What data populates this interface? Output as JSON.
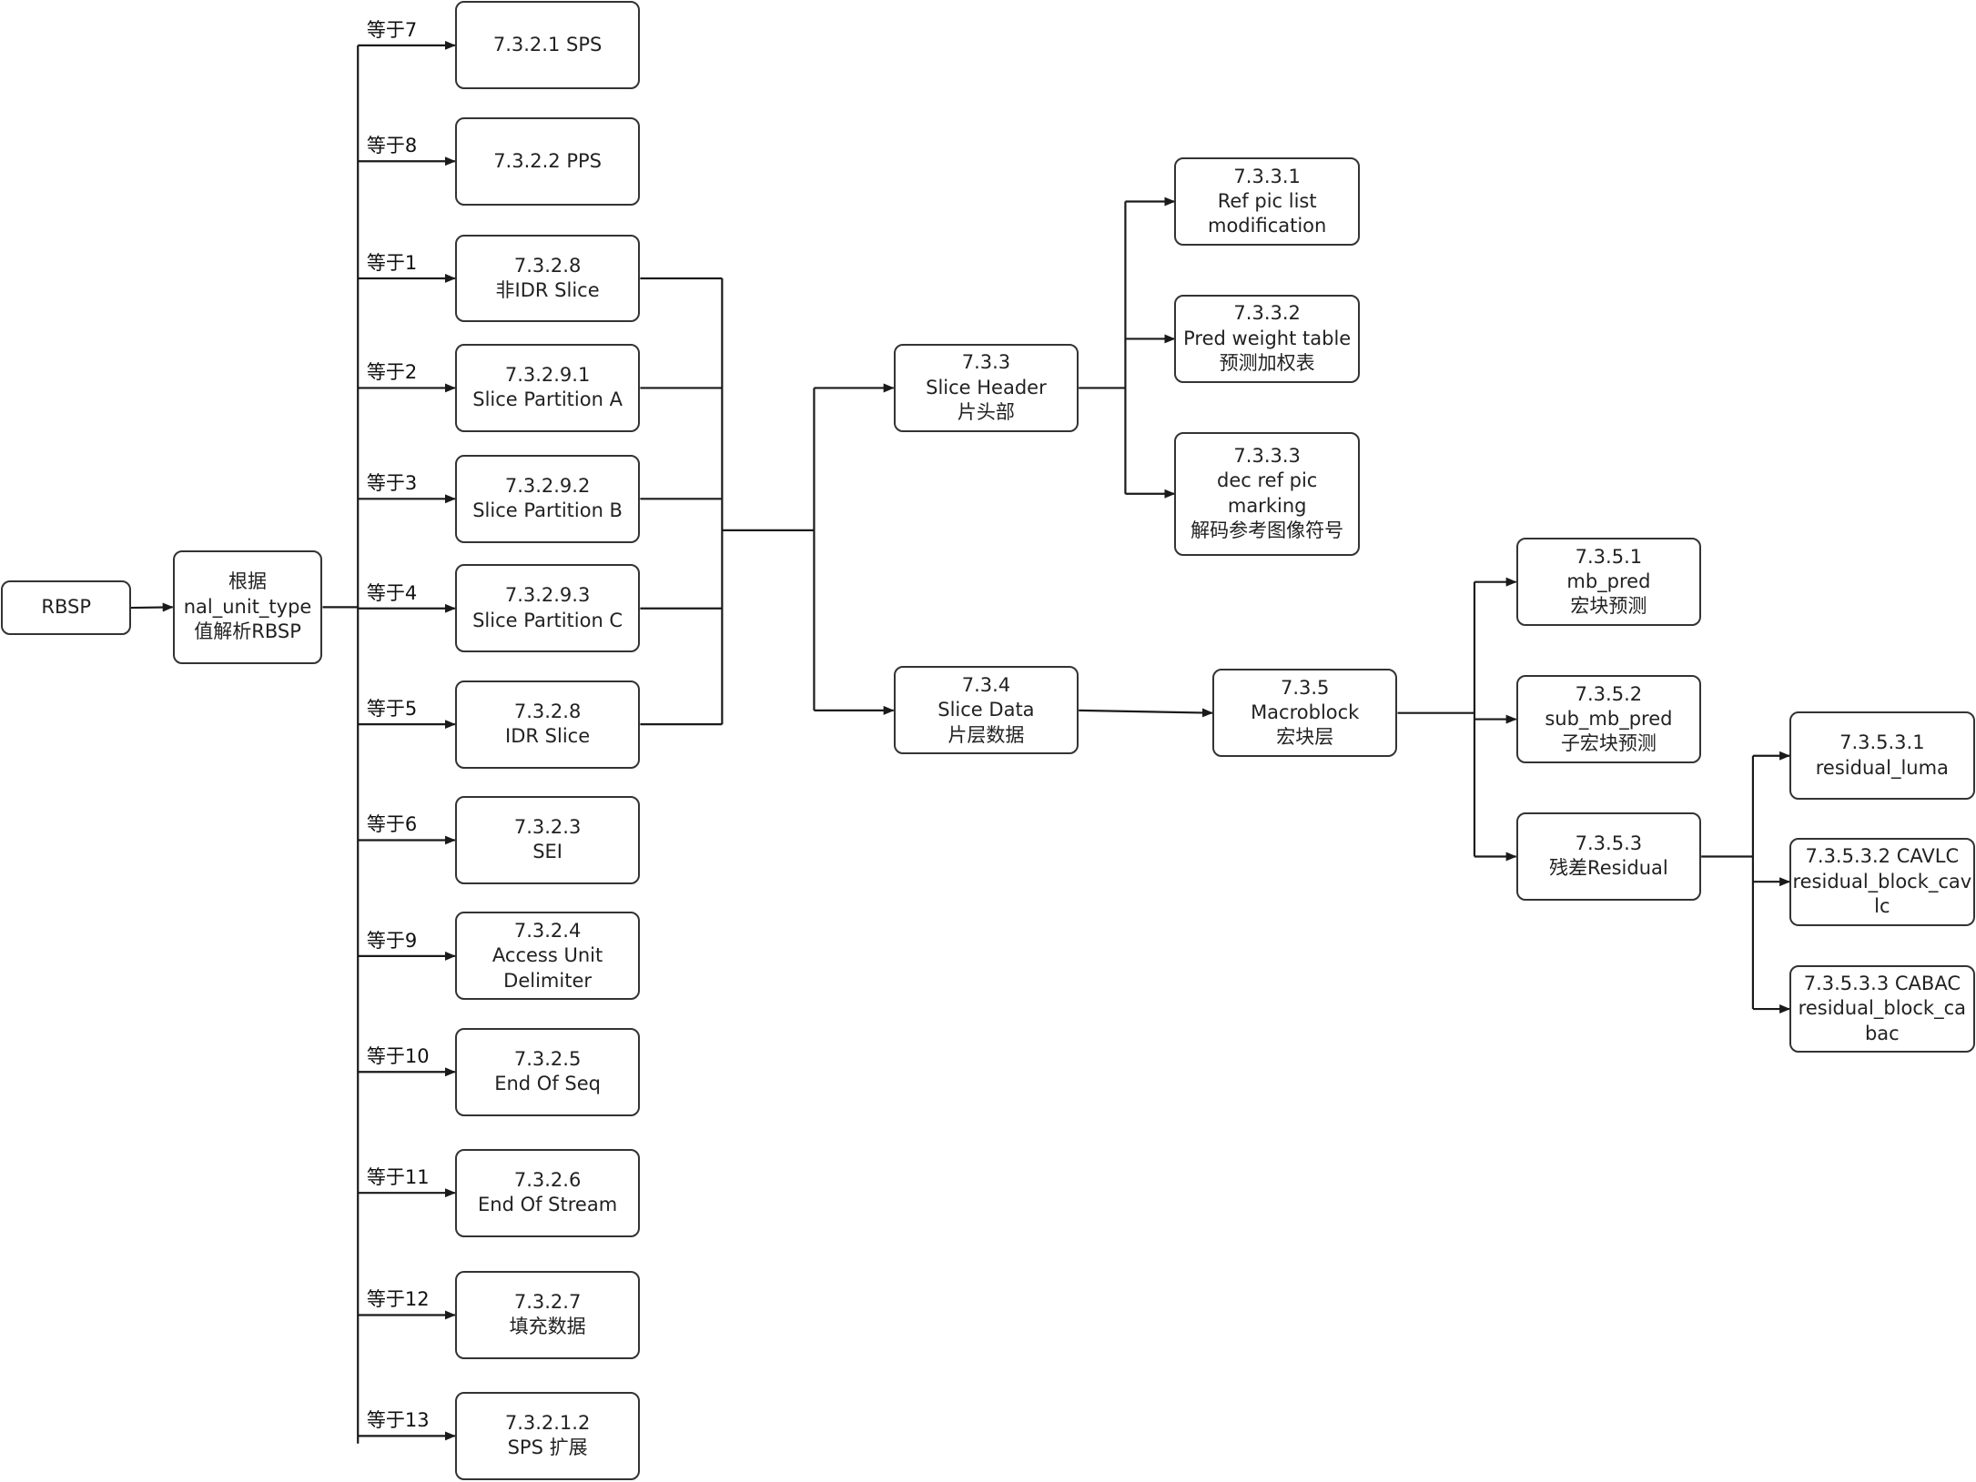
{
  "colors": {
    "line": "#1a1a1a",
    "border": "#333333",
    "text": "#222222",
    "background": "#ffffff"
  },
  "nodes": {
    "rbsp": [
      "RBSP"
    ],
    "dispatch": [
      "根据",
      "nal_unit_type",
      "值解析RBSP"
    ],
    "sps": [
      "7.3.2.1  SPS"
    ],
    "pps": [
      "7.3.2.2  PPS"
    ],
    "non_idr_slice": [
      "7.3.2.8",
      "非IDR Slice"
    ],
    "slice_partition_a": [
      "7.3.2.9.1",
      "Slice Partition A"
    ],
    "slice_partition_b": [
      "7.3.2.9.2",
      "Slice Partition B"
    ],
    "slice_partition_c": [
      "7.3.2.9.3",
      "Slice Partition C"
    ],
    "idr_slice": [
      "7.3.2.8",
      "IDR Slice"
    ],
    "sei": [
      "7.3.2.3",
      "SEI"
    ],
    "access_unit_delimiter": [
      "7.3.2.4",
      "Access Unit",
      "Delimiter"
    ],
    "end_of_seq": [
      "7.3.2.5",
      "End Of Seq"
    ],
    "end_of_stream": [
      "7.3.2.6",
      "End Of Stream"
    ],
    "filler_data": [
      "7.3.2.7",
      "填充数据"
    ],
    "sps_extension": [
      "7.3.2.1.2",
      "SPS 扩展"
    ],
    "slice_header": [
      "7.3.3",
      "Slice Header",
      "片头部"
    ],
    "slice_data": [
      "7.3.4",
      "Slice Data",
      "片层数据"
    ],
    "ref_pic_list_modification": [
      "7.3.3.1",
      "Ref pic list",
      "modification"
    ],
    "pred_weight_table": [
      "7.3.3.2",
      "Pred weight table",
      "预测加权表"
    ],
    "dec_ref_pic_marking": [
      "7.3.3.3",
      "dec ref pic",
      "marking",
      "解码参考图像符号"
    ],
    "macroblock": [
      "7.3.5",
      "Macroblock",
      "宏块层"
    ],
    "mb_pred": [
      "7.3.5.1",
      "mb_pred",
      "宏块预测"
    ],
    "sub_mb_pred": [
      "7.3.5.2",
      "sub_mb_pred",
      "子宏块预测"
    ],
    "residual": [
      "7.3.5.3",
      "残差Residual"
    ],
    "residual_luma": [
      "7.3.5.3.1",
      "residual_luma"
    ],
    "residual_block_cavlc": [
      "7.3.5.3.2  CAVLC",
      "residual_block_cav",
      "lc"
    ],
    "residual_block_cabac": [
      "7.3.5.3.3 CABAC",
      "residual_block_ca",
      "bac"
    ]
  },
  "edge_labels": {
    "sps": "等于7",
    "pps": "等于8",
    "non_idr_slice": "等于1",
    "slice_partition_a": "等于2",
    "slice_partition_b": "等于3",
    "slice_partition_c": "等于4",
    "idr_slice": "等于5",
    "sei": "等于6",
    "access_unit_delimiter": "等于9",
    "end_of_seq": "等于10",
    "end_of_stream": "等于11",
    "filler_data": "等于12",
    "sps_extension": "等于13"
  }
}
